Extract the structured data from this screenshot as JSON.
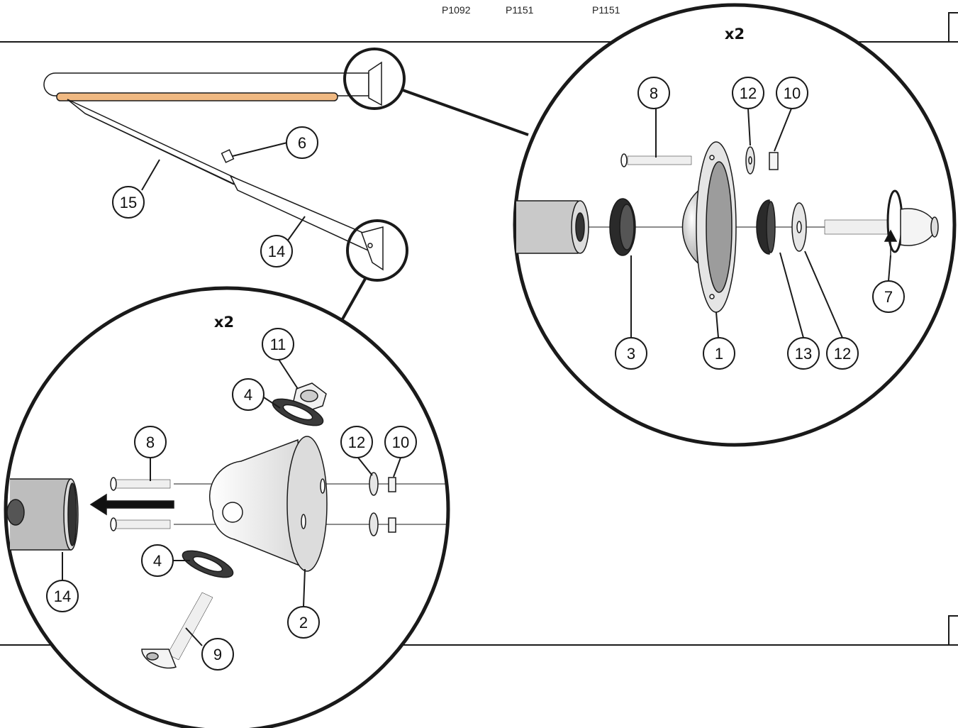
{
  "header_codes": [
    "P1092",
    "P1151",
    "P1151"
  ],
  "quantity_top": "x2",
  "quantity_bottom": "x2",
  "callouts": {
    "c6": "6",
    "c15": "15",
    "c14_main": "14",
    "top_8": "8",
    "top_12a": "12",
    "top_10": "10",
    "top_3": "3",
    "top_1": "1",
    "top_13": "13",
    "top_12b": "12",
    "top_7": "7",
    "bot_11": "11",
    "bot_4a": "4",
    "bot_8": "8",
    "bot_12": "12",
    "bot_10": "10",
    "bot_4b": "4",
    "bot_14": "14",
    "bot_2": "2",
    "bot_9": "9"
  },
  "colors": {
    "line": "#1a1a1a",
    "accent_orange": "#f0b982",
    "metal": "#d9d9d9",
    "dark_part": "#333333"
  }
}
